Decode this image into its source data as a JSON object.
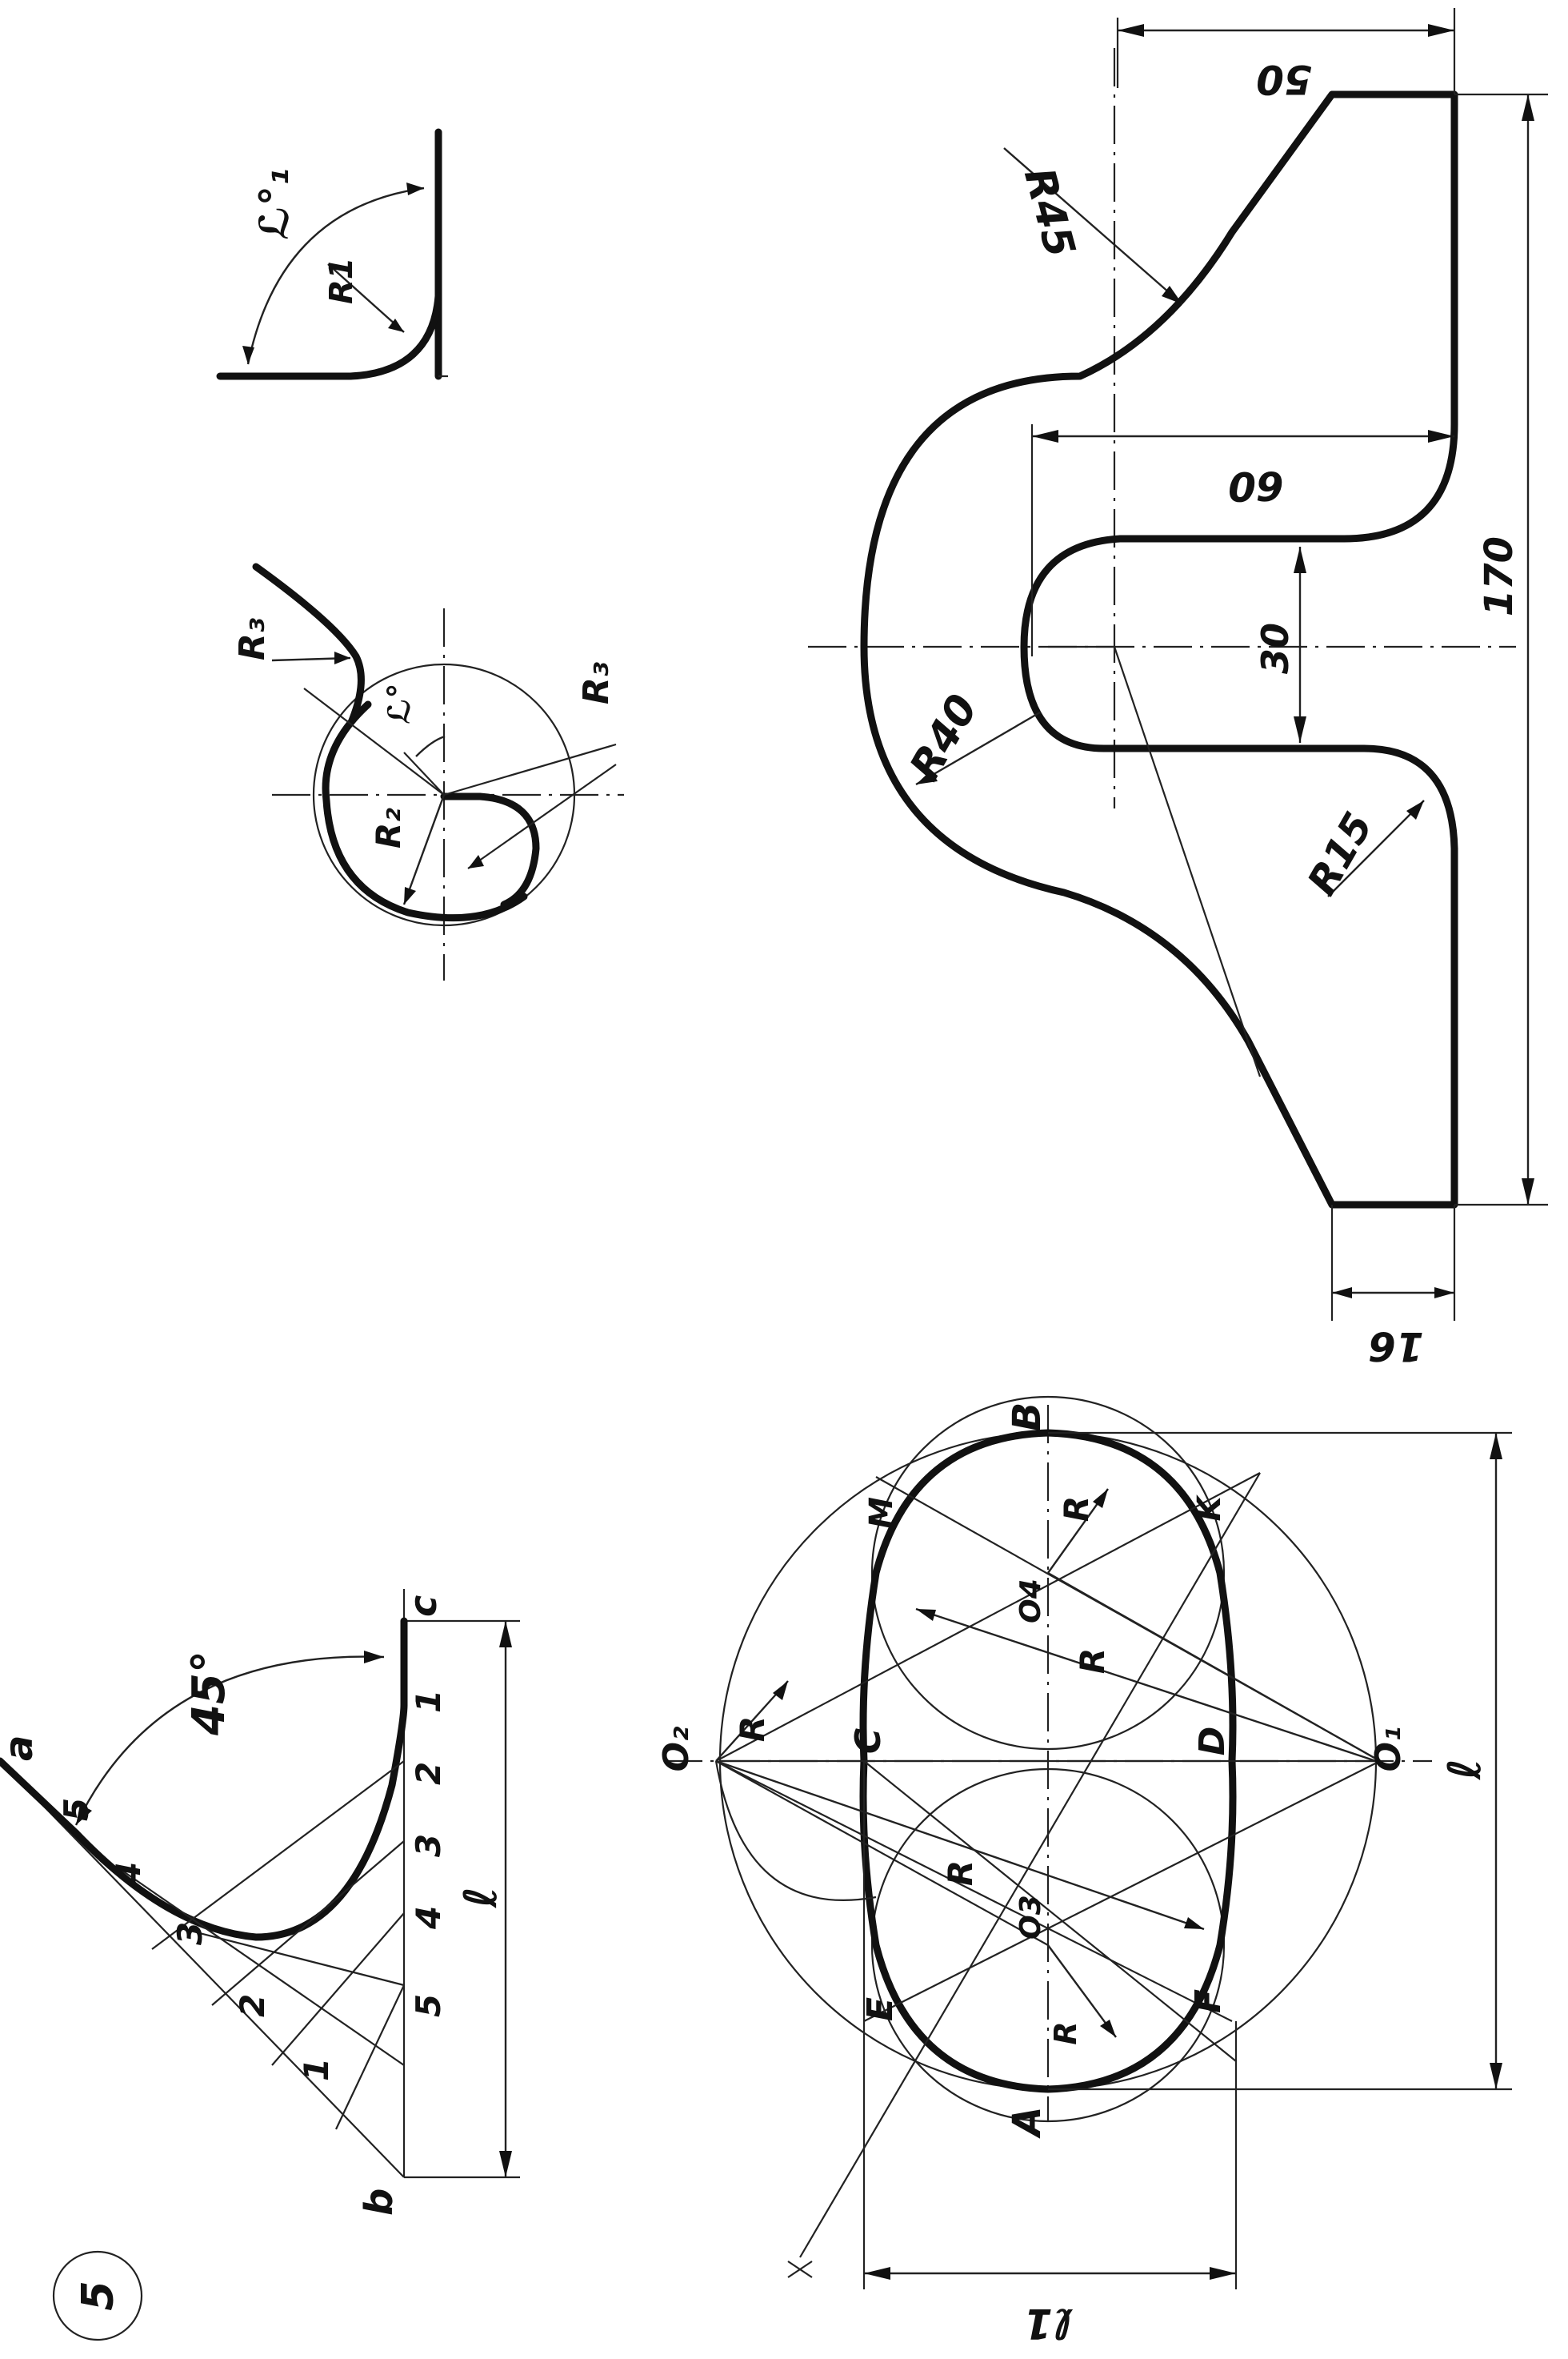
{
  "sheet": {
    "number": "5"
  },
  "fig_fillet": {
    "angle": "ℒ°₁",
    "radius": "R1"
  },
  "fig_tangent": {
    "angle": "ℒ°",
    "r2": "R₂",
    "r3_outer": "R₃",
    "r3_inner": "R₃"
  },
  "fig_profile": {
    "dims": {
      "top": "50",
      "width60": "60",
      "gap": "30",
      "total": "170",
      "bottom": "16"
    },
    "radii": {
      "r45": "R45",
      "r40": "R40",
      "r15": "R15"
    }
  },
  "fig_curve": {
    "angle": "45°",
    "points": {
      "a": "a",
      "b": "b",
      "c": "c",
      "length": "ℓ"
    },
    "division_left": [
      "1",
      "2",
      "3",
      "4",
      "5"
    ],
    "division_right": [
      "1",
      "2",
      "3",
      "4",
      "5"
    ]
  },
  "fig_oval": {
    "points": {
      "A": "A",
      "B": "B",
      "C": "C",
      "D": "D",
      "E": "E",
      "F": "F",
      "M": "M",
      "K": "K",
      "O1": "O₁",
      "O2": "O₂",
      "O3": "O3",
      "O4": "O4"
    },
    "radii": {
      "R_top": "R",
      "R_mid1": "R",
      "R_mid2": "R",
      "R_left": "R",
      "R_bottom": "R"
    },
    "dims": {
      "length": "ℓ",
      "width": "ℓ1"
    }
  }
}
